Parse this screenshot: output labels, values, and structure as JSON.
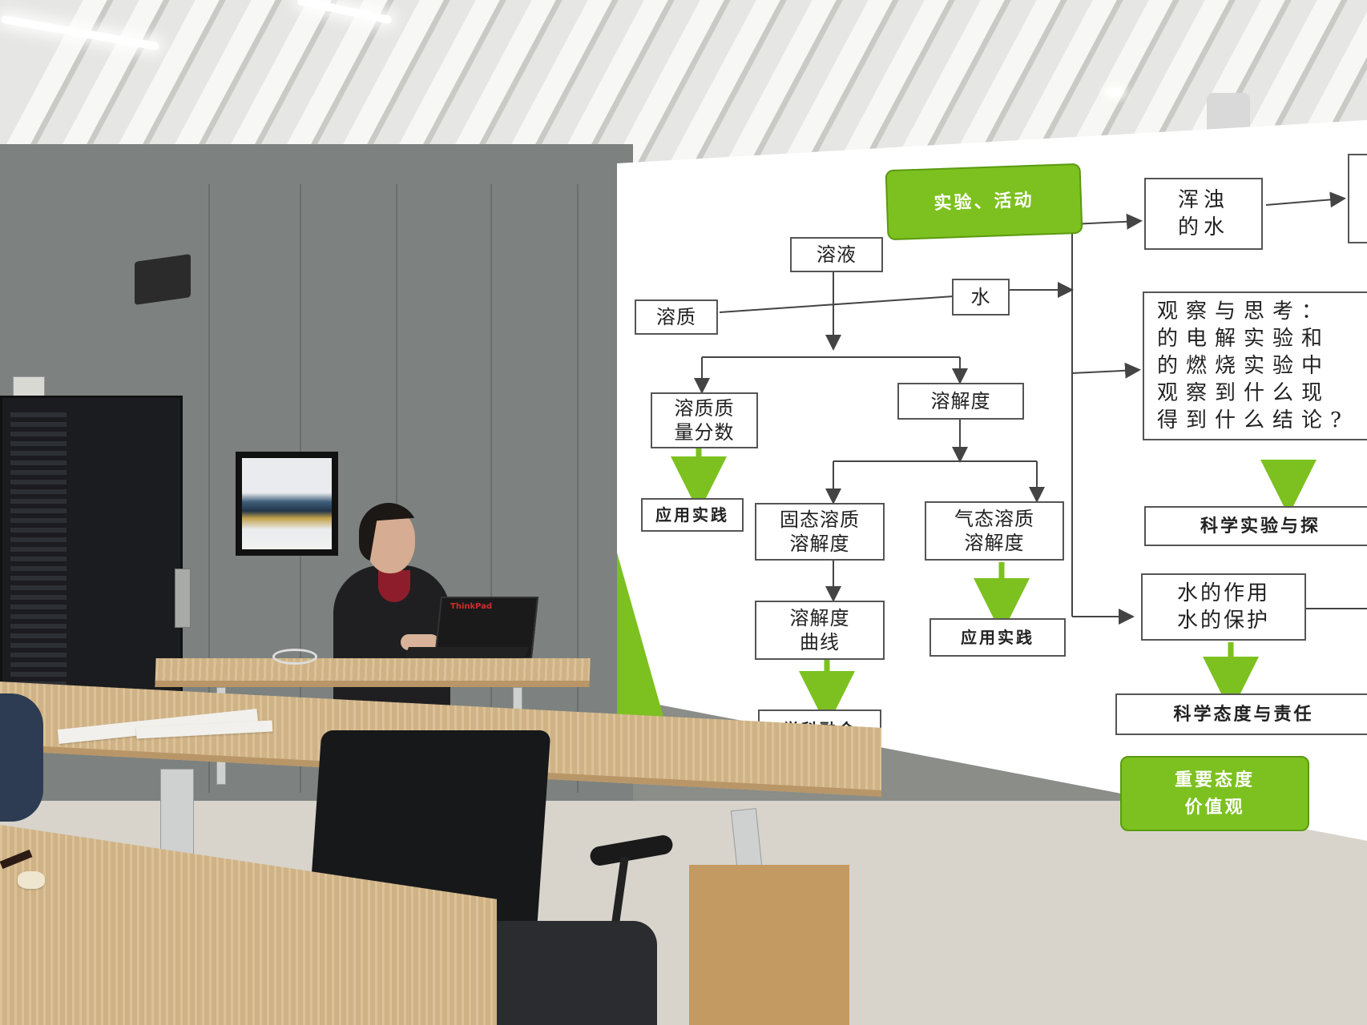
{
  "slide": {
    "header_tag": "实验、活动",
    "solution": "溶液",
    "solute": "溶质",
    "water": "水",
    "mass_fraction": "溶质质\n量分数",
    "solubility": "溶解度",
    "solid_solubility": "固态溶质\n溶解度",
    "gas_solubility": "气态溶质\n溶解度",
    "apply_left": "应用实践",
    "apply_right": "应用实践",
    "solubility_curve": "溶解度\n曲线",
    "interdisciplinary": "学科融合",
    "turbid_water": "浑浊\n的水",
    "think_box": "观察与思考：\n的电解实验和\n的燃烧实验中\n观察到什么现\n得到什么结论?",
    "science_experiment": "科学实验与探",
    "water_role": "水的作用\n水的保护",
    "science_attitude": "科学态度与责任",
    "values_tag": "重要态度\n价值观"
  },
  "colors": {
    "accent_green": "#7cc11f",
    "arrow_green": "#7cc11f",
    "box_border": "#555555",
    "screen_bg": "#ffffff"
  },
  "laptop": {
    "brand": "ThinkPad"
  }
}
